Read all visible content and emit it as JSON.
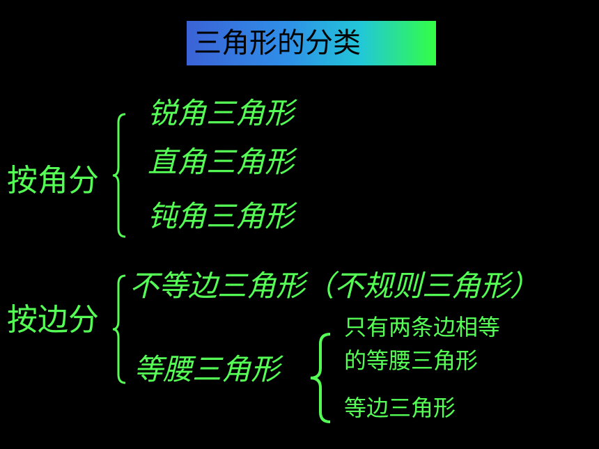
{
  "title": "三角形的分类",
  "by_angle": {
    "label": "按角分",
    "items": [
      "锐角三角形",
      "直角三角形",
      "钝角三角形"
    ]
  },
  "by_side": {
    "label": "按边分",
    "scalene": "不等边三角形（不规则三角形）",
    "isosceles": "等腰三角形",
    "isosceles_sub": {
      "line1": "只有两条边相等",
      "line2": "的等腰三角形",
      "equilateral": "等边三角形"
    }
  },
  "colors": {
    "background": "#000000",
    "text": "#55ff55",
    "title_text": "#000000",
    "title_gradient": [
      "#3b62d6",
      "#2f8fe8",
      "#22c7d8",
      "#33ff44"
    ]
  }
}
